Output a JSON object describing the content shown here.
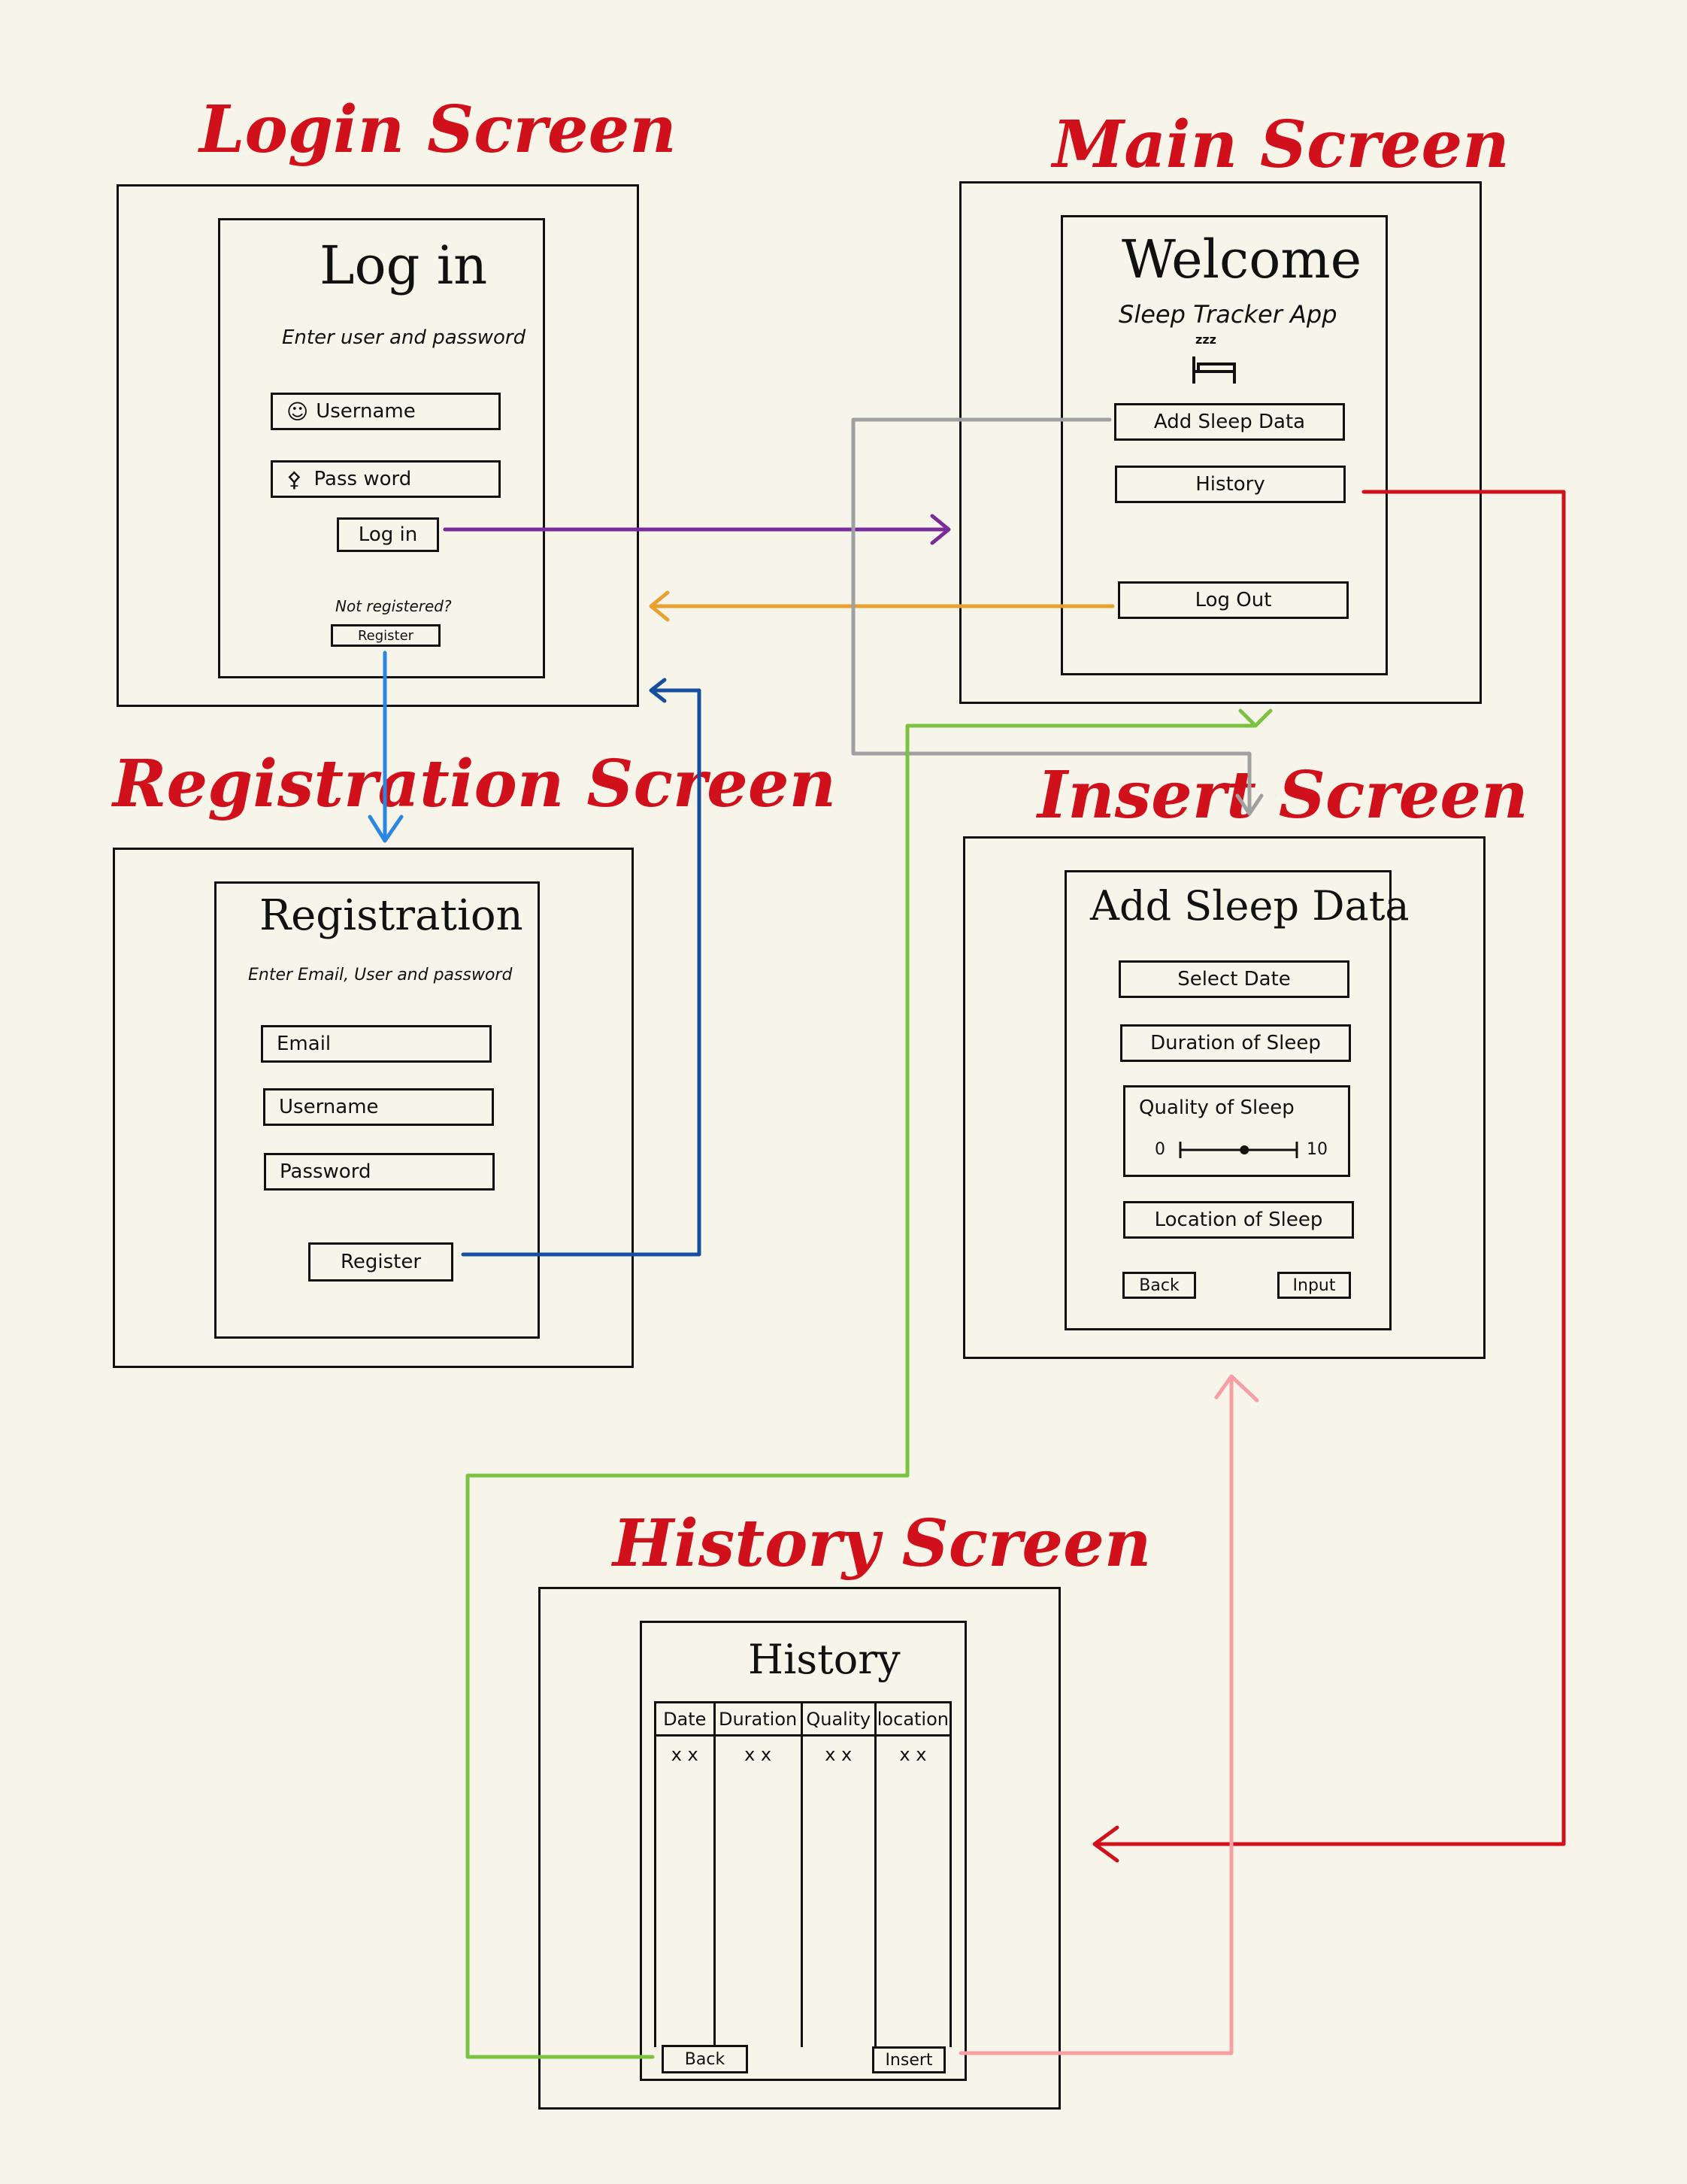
{
  "login": {
    "section_title": "Login Screen",
    "heading": "Log in",
    "subtitle": "Enter user and password",
    "username_placeholder": "Username",
    "password_placeholder": "Pass word",
    "login_button": "Log in",
    "not_registered": "Not registered?",
    "register_button": "Register"
  },
  "main": {
    "section_title": "Main Screen",
    "heading": "Welcome",
    "subtitle": "Sleep Tracker App",
    "sleep_glyph": "zzz",
    "add_button": "Add Sleep Data",
    "history_button": "History",
    "logout_button": "Log Out"
  },
  "registration": {
    "section_title": "Registration Screen",
    "heading": "Registration",
    "subtitle": "Enter Email, User and password",
    "email_placeholder": "Email",
    "username_placeholder": "Username",
    "password_placeholder": "Password",
    "register_button": "Register"
  },
  "insert": {
    "section_title": "Insert Screen",
    "heading": "Add Sleep Data",
    "select_date": "Select Date",
    "duration": "Duration of Sleep",
    "quality_label": "Quality of Sleep",
    "slider_min": "0",
    "slider_max": "10",
    "slider_value": 0.55,
    "location": "Location of Sleep",
    "back_button": "Back",
    "input_button": "Input"
  },
  "history": {
    "section_title": "History Screen",
    "heading": "History",
    "columns": [
      "Date",
      "Duration",
      "Quality",
      "location"
    ],
    "row": [
      "x x",
      "x x",
      "x x",
      "x x"
    ],
    "back_button": "Back",
    "insert_button": "Insert"
  },
  "colors": {
    "title": "#d0111b",
    "login_to_main": "#7b2a9a",
    "main_to_login": "#e8a030",
    "login_to_registration": "#2a86e0",
    "registration_to_login": "#154f9e",
    "main_to_insert": "#a0a0a0",
    "main_to_history": "#d0111b",
    "history_to_main": "#7cc242",
    "history_to_insert": "#f4a0a4"
  }
}
